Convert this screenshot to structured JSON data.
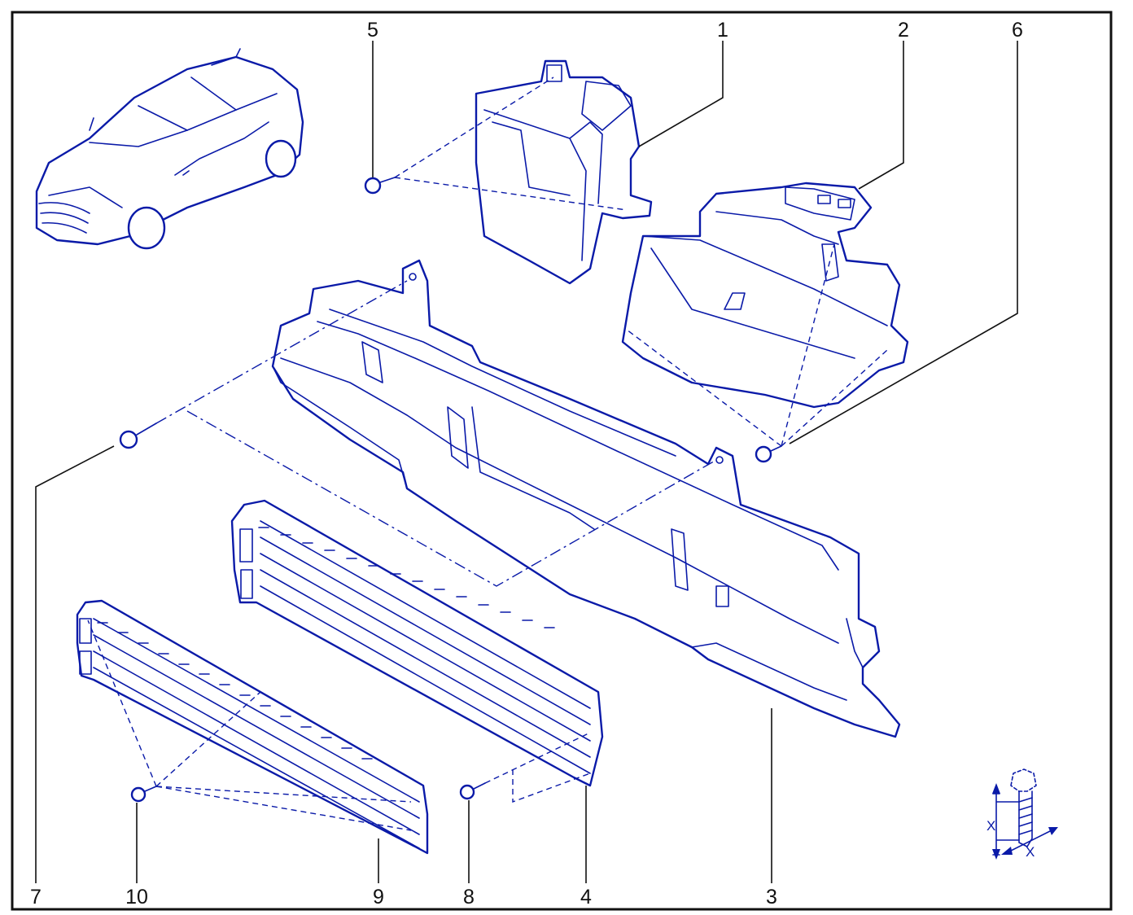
{
  "callouts": [
    {
      "id": "1",
      "label": "1"
    },
    {
      "id": "2",
      "label": "2"
    },
    {
      "id": "3",
      "label": "3"
    },
    {
      "id": "4",
      "label": "4"
    },
    {
      "id": "5",
      "label": "5"
    },
    {
      "id": "6",
      "label": "6"
    },
    {
      "id": "7",
      "label": "7"
    },
    {
      "id": "8",
      "label": "8"
    },
    {
      "id": "9",
      "label": "9"
    },
    {
      "id": "10",
      "label": "10"
    }
  ],
  "torque_symbol": {
    "dimension_label_1": "X",
    "dimension_label_2": "X"
  },
  "colors": {
    "line": "#0a1aa8",
    "frame": "#111111",
    "background": "#ffffff"
  }
}
